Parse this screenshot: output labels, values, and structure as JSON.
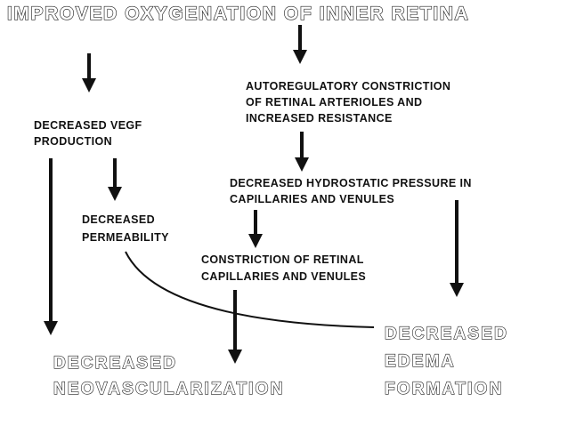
{
  "title": "IMPROVED OXYGENATION OF INNER RETINA",
  "nodes": {
    "autoregulatory": [
      "AUTOREGULATORY CONSTRICTION",
      "OF RETINAL ARTERIOLES AND",
      "INCREASED RESISTANCE"
    ],
    "vegf": [
      "DECREASED VEGF",
      "PRODUCTION"
    ],
    "hydrostatic": [
      "DECREASED HYDROSTATIC PRESSURE IN",
      "CAPILLARIES AND VENULES"
    ],
    "permeability": [
      "DECREASED",
      "PERMEABILITY"
    ],
    "capillaries": [
      "CONSTRICTION OF RETINAL",
      "CAPILLARIES AND VENULES"
    ]
  },
  "outcomes": {
    "neovascularization": [
      "DECREASED",
      "NEOVASCULARIZATION"
    ],
    "edema": [
      "DECREASED",
      "EDEMA",
      "FORMATION"
    ]
  }
}
